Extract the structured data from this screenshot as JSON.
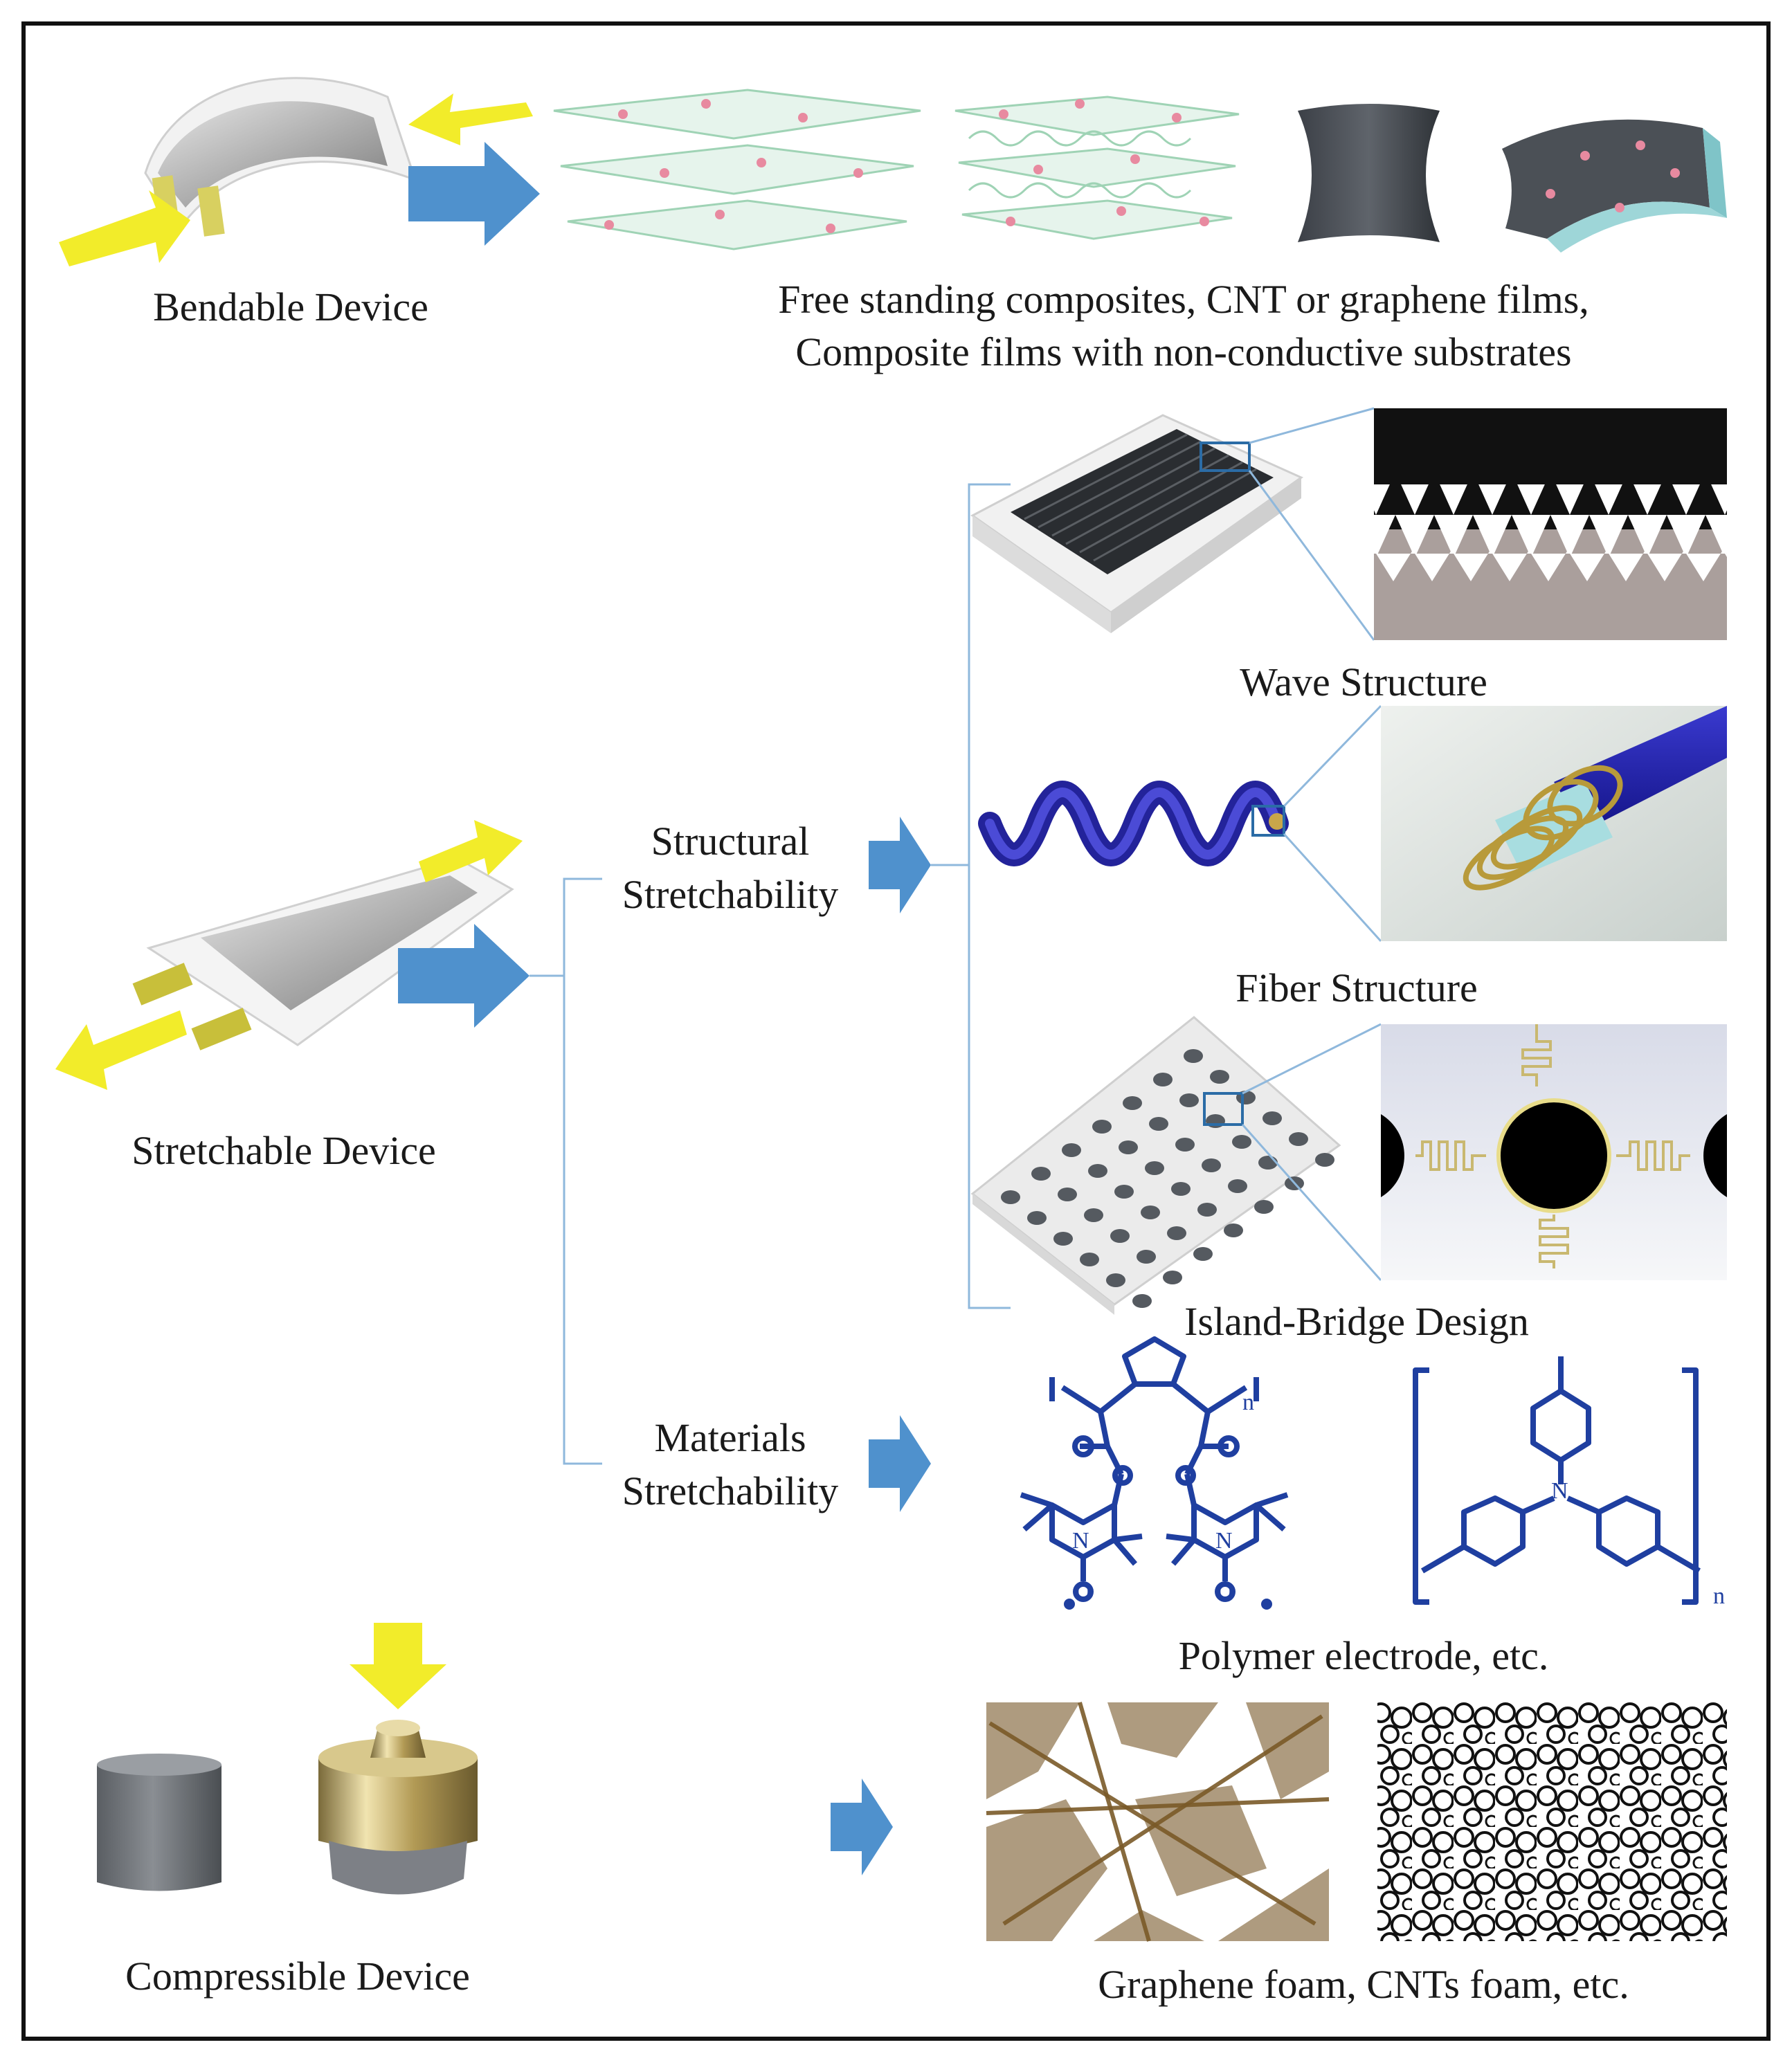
{
  "figure": {
    "bendable": {
      "device_label": "Bendable Device",
      "caption_line1": "Free standing composites, CNT or graphene films,",
      "caption_line2": "Composite films with non-conductive substrates"
    },
    "stretchable": {
      "device_label": "Stretchable Device",
      "structural_line1": "Structural",
      "structural_line2": "Stretchability",
      "materials_line1": "Materials",
      "materials_line2": "Stretchability",
      "wave_label": "Wave Structure",
      "fiber_label": "Fiber Structure",
      "island_label": "Island-Bridge Design",
      "polymer_label": "Polymer electrode, etc.",
      "polymer_subscript_1": "n",
      "polymer_subscript_2": "n",
      "nitroxide_n_1": "N",
      "nitroxide_n_2": "N",
      "nitroxide_o_1": "O",
      "nitroxide_o_2": "O",
      "amine_n": "N"
    },
    "compressible": {
      "device_label": "Compressible Device",
      "foam_label": "Graphene foam, CNTs foam, etc."
    }
  },
  "colors": {
    "arrow_blue": "#4f91cd",
    "arrow_yellow": "#f2ec2a",
    "connector_blue": "#8fb8dc",
    "polymer_blue": "#1f3fa0",
    "frame": "#111111"
  }
}
